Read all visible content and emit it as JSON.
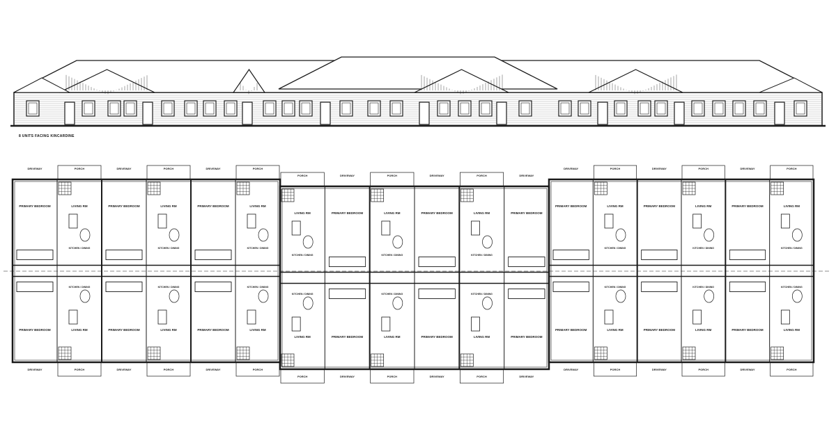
{
  "elevation": {
    "caption": "8 UNITS FACING KINCARDINE"
  },
  "plan": {
    "exterior_labels": {
      "driveway": "DRIVEWAY",
      "porch": "PORCH"
    },
    "room_labels": {
      "bedroom": "PRIMARY BEDROOM",
      "living": "LIVING RM",
      "kitchen": "KITCHEN / DINING"
    }
  },
  "colors": {
    "line": "#1a1a1a",
    "background": "#ffffff"
  }
}
